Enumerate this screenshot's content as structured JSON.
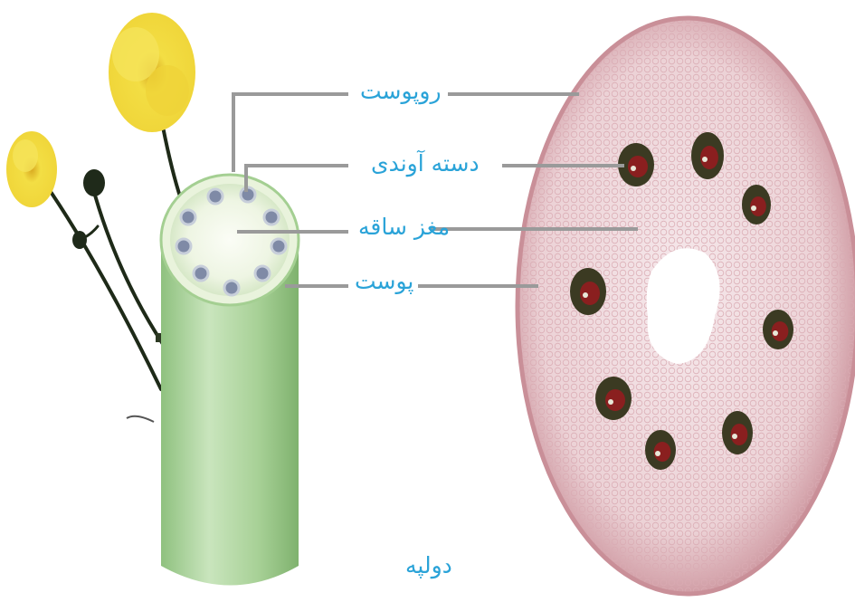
{
  "labels": {
    "epidermis": "روپوست",
    "vascular_bundle": "دسته آوندی",
    "pith": "مغز ساقه",
    "cortex": "پوست"
  },
  "caption": "دولپه",
  "colors": {
    "label_text": "#2aa3d8",
    "leader_line": "#9a9a9a",
    "stem_green": "#a9d39a",
    "flower_yellow": "#f2dc3c",
    "section_pink": "#e8c7cb",
    "section_rim": "#c98f98",
    "bundle_dark": "#3b3a22",
    "bundle_red": "#8a1f1f"
  }
}
